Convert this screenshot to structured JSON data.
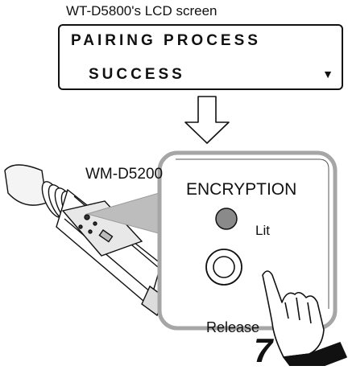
{
  "lcd": {
    "caption": "WT-D5800's LCD screen",
    "line1": "PAIRING PROCESS",
    "line2": "SUCCESS",
    "scroll_indicator": "▼"
  },
  "device": {
    "name": "WM-D5200"
  },
  "callout": {
    "encryption_label": "ENCRYPTION",
    "led_state": "Lit",
    "led_color": "#8a8a8a"
  },
  "instruction": {
    "action": "Release",
    "step": "7"
  },
  "icons": [
    "down-arrow-icon",
    "hand-pointer-icon",
    "microphone-illustration"
  ]
}
